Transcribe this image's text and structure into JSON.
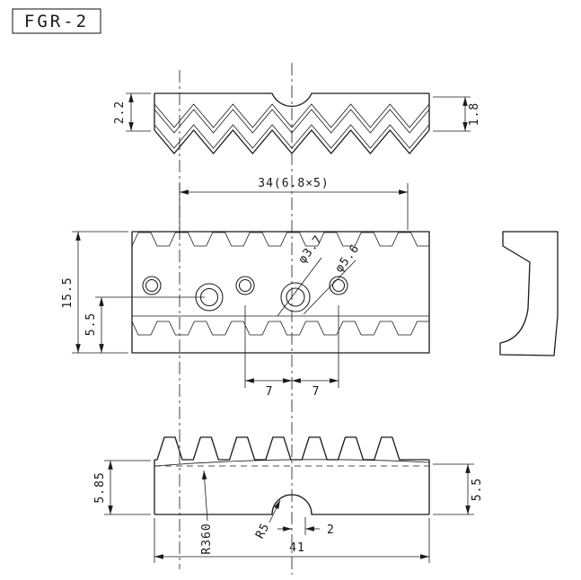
{
  "title": "FGR-2",
  "views": {
    "top": {
      "dim_thickness_left": "2.2",
      "dim_thickness_right": "1.8"
    },
    "plan": {
      "dim_string_spread": "34(6.8×5)",
      "dim_depth": "15.5",
      "dim_hole_to_edge": "5.5",
      "dim_hole_small": "φ3.7",
      "dim_hole_large": "φ5.6",
      "dim_pitch_a": "7",
      "dim_pitch_b": "7"
    },
    "front": {
      "dim_height_left": "5.85",
      "dim_height_right": "5.5",
      "dim_surface_radius": "R360",
      "dim_notch_radius": "R5",
      "dim_notch_offset": "2",
      "dim_overall_width": "41"
    }
  },
  "colors": {
    "ink": "#1a1a1a",
    "background": "#ffffff"
  }
}
